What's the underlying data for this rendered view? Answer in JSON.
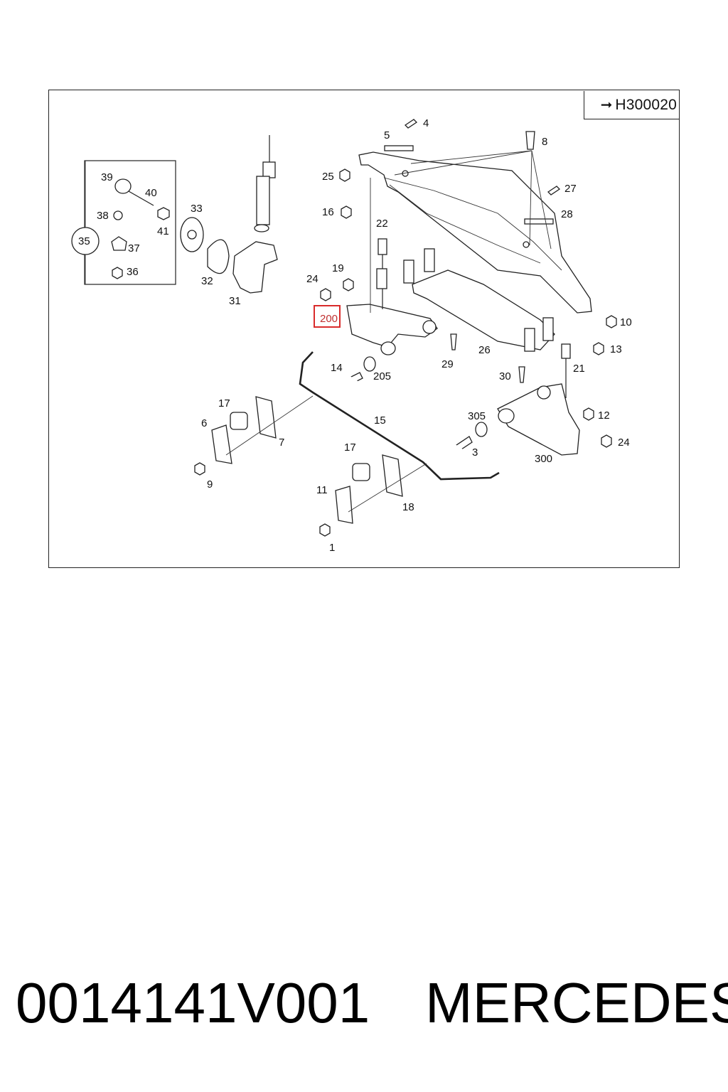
{
  "reference": {
    "arrow_icon": "arrow-right-icon",
    "code": "H300020"
  },
  "highlight": {
    "label": "200",
    "color": "#d92b2b"
  },
  "callouts": [
    {
      "id": "c1",
      "text": "1"
    },
    {
      "id": "c3",
      "text": "3"
    },
    {
      "id": "c4",
      "text": "4"
    },
    {
      "id": "c5",
      "text": "5"
    },
    {
      "id": "c6",
      "text": "6"
    },
    {
      "id": "c7",
      "text": "7"
    },
    {
      "id": "c8",
      "text": "8"
    },
    {
      "id": "c9",
      "text": "9"
    },
    {
      "id": "c10",
      "text": "10"
    },
    {
      "id": "c11",
      "text": "11"
    },
    {
      "id": "c12",
      "text": "12"
    },
    {
      "id": "c13",
      "text": "13"
    },
    {
      "id": "c14",
      "text": "14"
    },
    {
      "id": "c15",
      "text": "15"
    },
    {
      "id": "c16",
      "text": "16"
    },
    {
      "id": "c17a",
      "text": "17"
    },
    {
      "id": "c17b",
      "text": "17"
    },
    {
      "id": "c18",
      "text": "18"
    },
    {
      "id": "c19",
      "text": "19"
    },
    {
      "id": "c21",
      "text": "21"
    },
    {
      "id": "c22",
      "text": "22"
    },
    {
      "id": "c24a",
      "text": "24"
    },
    {
      "id": "c24b",
      "text": "24"
    },
    {
      "id": "c25",
      "text": "25"
    },
    {
      "id": "c26",
      "text": "26"
    },
    {
      "id": "c27",
      "text": "27"
    },
    {
      "id": "c28",
      "text": "28"
    },
    {
      "id": "c29",
      "text": "29"
    },
    {
      "id": "c30",
      "text": "30"
    },
    {
      "id": "c31",
      "text": "31"
    },
    {
      "id": "c32",
      "text": "32"
    },
    {
      "id": "c33",
      "text": "33"
    },
    {
      "id": "c35",
      "text": "35"
    },
    {
      "id": "c36",
      "text": "36"
    },
    {
      "id": "c37",
      "text": "37"
    },
    {
      "id": "c38",
      "text": "38"
    },
    {
      "id": "c39",
      "text": "39"
    },
    {
      "id": "c40",
      "text": "40"
    },
    {
      "id": "c41",
      "text": "41"
    },
    {
      "id": "c205",
      "text": "205"
    },
    {
      "id": "c300",
      "text": "300"
    },
    {
      "id": "c305",
      "text": "305"
    }
  ],
  "footer": {
    "part_number": "0014141V001",
    "brand": "MERCEDES"
  }
}
